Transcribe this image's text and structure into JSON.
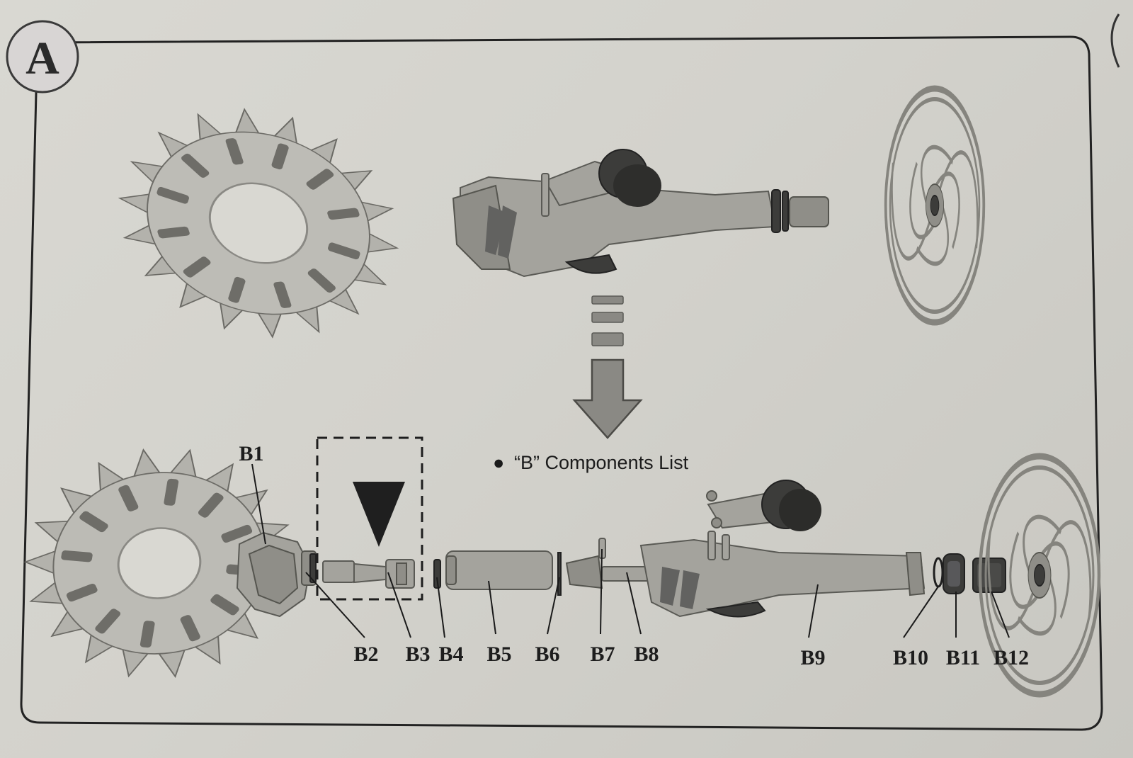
{
  "section_label": "A",
  "legend": {
    "bullet": "●",
    "text": "“B” Components List"
  },
  "callouts": [
    "B1",
    "B2",
    "B3",
    "B4",
    "B5",
    "B6",
    "B7",
    "B8",
    "B9",
    "B10",
    "B11",
    "B12"
  ],
  "icons": {
    "arrow": "down-arrow-icon",
    "marker": "down-triangle-icon"
  },
  "colors": {
    "paper": "#d6d5cf",
    "part": "#a4a39d",
    "dark": "#3c3c3a",
    "line": "#1a1a1a"
  }
}
